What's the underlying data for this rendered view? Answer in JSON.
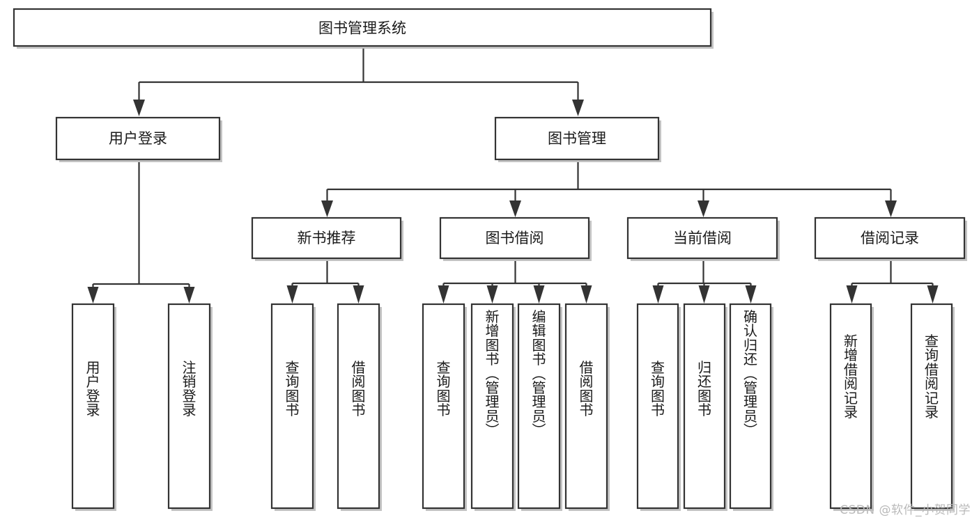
{
  "diagram": {
    "type": "tree-hierarchy",
    "title": "图书管理系统",
    "watermark": "CSDN @软件_小贺同学",
    "colors": {
      "box_fill": "#ffffff",
      "box_stroke": "#333333",
      "shadow": "#b8b8b8",
      "text": "#1a1a1a",
      "watermark": "#b9b9b9",
      "background": "#ffffff"
    },
    "root": {
      "id": "root",
      "label": "图书管理系统"
    },
    "level2": [
      {
        "id": "user-login",
        "label": "用户登录"
      },
      {
        "id": "book-manage",
        "label": "图书管理"
      }
    ],
    "level3": [
      {
        "id": "new-book-recommend",
        "label": "新书推荐",
        "parent": "book-manage"
      },
      {
        "id": "book-borrow",
        "label": "图书借阅",
        "parent": "book-manage"
      },
      {
        "id": "current-borrow",
        "label": "当前借阅",
        "parent": "book-manage"
      },
      {
        "id": "borrow-record",
        "label": "借阅记录",
        "parent": "book-manage"
      }
    ],
    "leaves": {
      "user-login": [
        {
          "id": "leaf-user-login",
          "label": "用户登录"
        },
        {
          "id": "leaf-user-logout",
          "label": "注销登录"
        }
      ],
      "new-book-recommend": [
        {
          "id": "leaf-query-book-1",
          "label": "查询图书"
        },
        {
          "id": "leaf-borrow-book-1",
          "label": "借阅图书"
        }
      ],
      "book-borrow": [
        {
          "id": "leaf-query-book-2",
          "label": "查询图书"
        },
        {
          "id": "leaf-add-book",
          "label": "新增图书（管理员）"
        },
        {
          "id": "leaf-edit-book",
          "label": "编辑图书（管理员）"
        },
        {
          "id": "leaf-borrow-book-2",
          "label": "借阅图书"
        }
      ],
      "current-borrow": [
        {
          "id": "leaf-query-book-3",
          "label": "查询图书"
        },
        {
          "id": "leaf-return-book",
          "label": "归还图书"
        },
        {
          "id": "leaf-confirm-return",
          "label": "确认归还（管理员）"
        }
      ],
      "borrow-record": [
        {
          "id": "leaf-add-borrow-record",
          "label": "新增借阅记录"
        },
        {
          "id": "leaf-query-borrow-record",
          "label": "查询借阅记录"
        }
      ]
    }
  }
}
